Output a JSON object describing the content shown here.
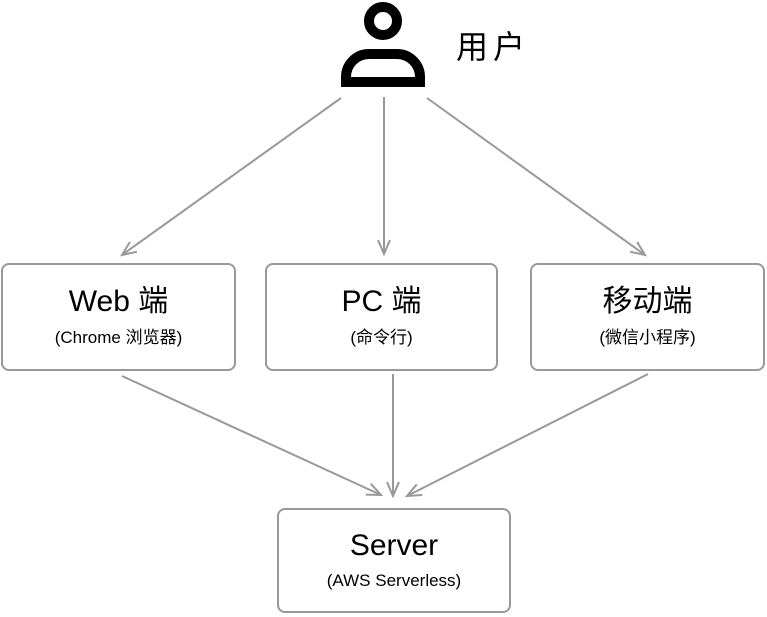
{
  "user": {
    "label": "用户",
    "icon": "person-icon"
  },
  "nodes": {
    "web": {
      "title": "Web 端",
      "subtitle": "(Chrome 浏览器)"
    },
    "pc": {
      "title": "PC 端",
      "subtitle": "(命令行)"
    },
    "mobile": {
      "title": "移动端",
      "subtitle": "(微信小程序)"
    },
    "server": {
      "title": "Server",
      "subtitle": "(AWS Serverless)"
    }
  },
  "edges": [
    {
      "from": "user",
      "to": "web"
    },
    {
      "from": "user",
      "to": "pc"
    },
    {
      "from": "user",
      "to": "mobile"
    },
    {
      "from": "web",
      "to": "server"
    },
    {
      "from": "pc",
      "to": "server"
    },
    {
      "from": "mobile",
      "to": "server"
    }
  ],
  "colors": {
    "arrow": "#999999",
    "node_border": "#999999",
    "text": "#000000",
    "background": "#ffffff"
  }
}
